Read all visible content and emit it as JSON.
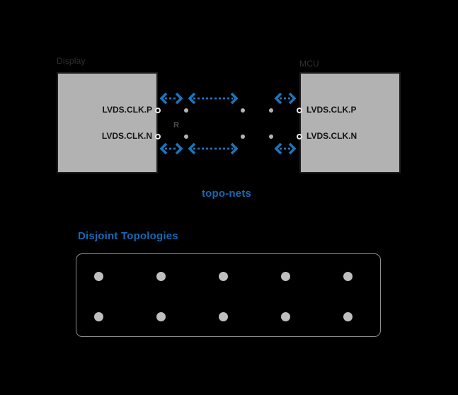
{
  "colors": {
    "background": "#000000",
    "accent_blue": "#1b75bc",
    "heading_blue": "#1668b3",
    "component_fill": "#b2b2b2",
    "component_border": "#1c1c1c",
    "node_fill": "#bfbfbf",
    "pin_ring": "#e8e8e8"
  },
  "topology_diagram": {
    "display": {
      "title": "Display",
      "pins": [
        "LVDS.CLK.P",
        "LVDS.CLK.N"
      ]
    },
    "mcu": {
      "title": "MCU",
      "pins": [
        "LVDS.CLK.P",
        "LVDS.CLK.N"
      ]
    },
    "resistor_label": "R",
    "caption": "topo-nets"
  },
  "disjoint_topologies": {
    "heading": "Disjoint Topologies",
    "rows": 2,
    "cols": 5
  }
}
